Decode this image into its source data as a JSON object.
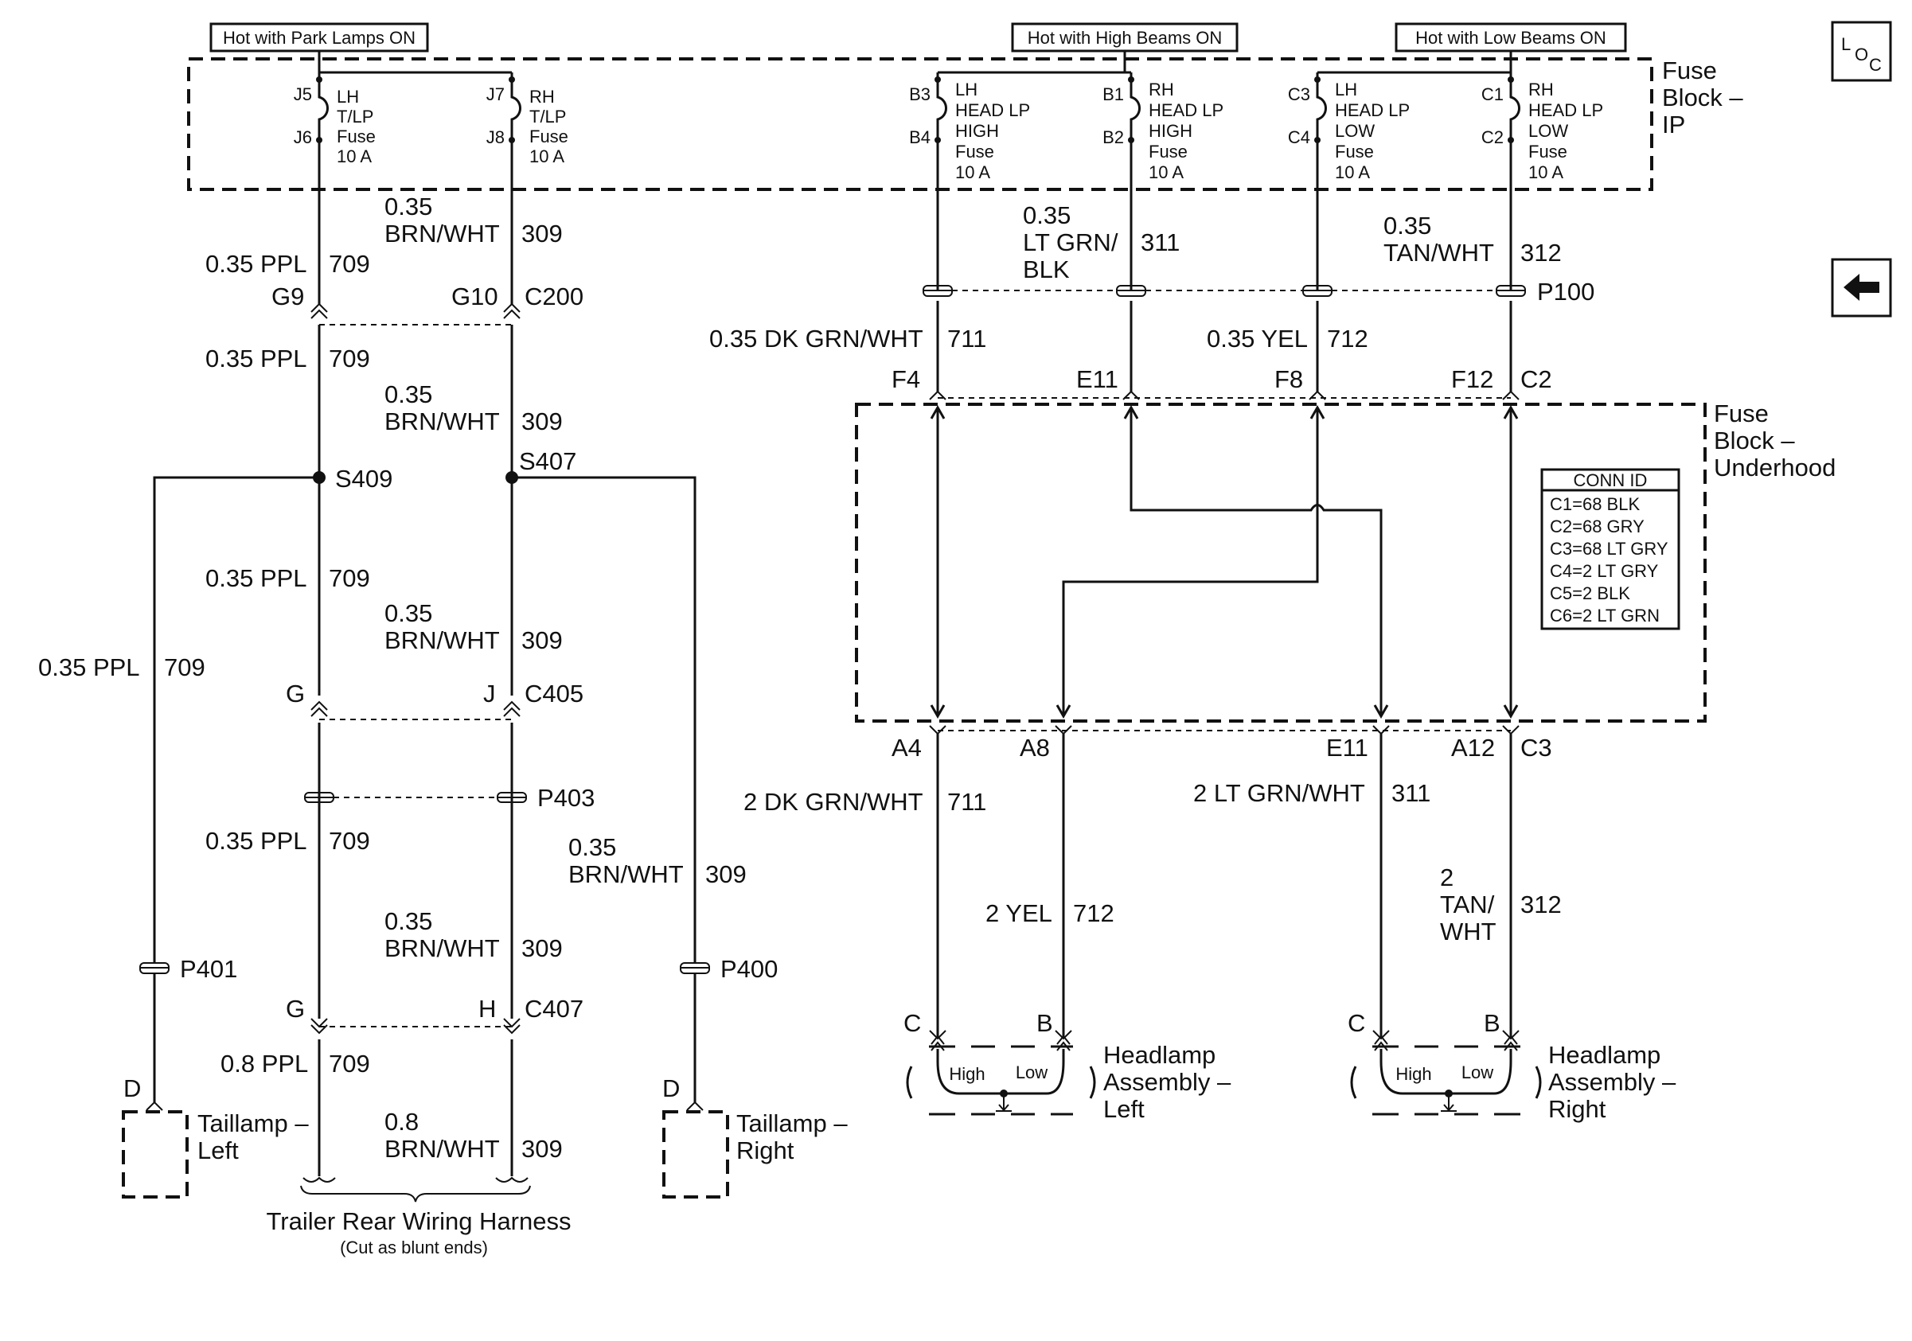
{
  "nav": {
    "loc_l": "L",
    "loc_o": "O",
    "loc_c": "C",
    "back_icon": "left-arrow-icon"
  },
  "hot": {
    "park": "Hot with Park Lamps ON",
    "high": "Hot with High Beams ON",
    "low": "Hot with Low Beams ON"
  },
  "fuseblock_ip": {
    "l1": "Fuse",
    "l2": "Block –",
    "l3": "IP"
  },
  "fuseblock_uh": {
    "l1": "Fuse",
    "l2": "Block –",
    "l3": "Underhood"
  },
  "fuses": [
    {
      "t": "J5",
      "b": "J6",
      "lines": [
        "LH",
        "T/LP",
        "Fuse",
        "10 A"
      ]
    },
    {
      "t": "J7",
      "b": "J8",
      "lines": [
        "RH",
        "T/LP",
        "Fuse",
        "10 A"
      ]
    },
    {
      "t": "B3",
      "b": "B4",
      "lines": [
        "LH",
        "HEAD LP",
        "HIGH",
        "Fuse",
        "10 A"
      ]
    },
    {
      "t": "B1",
      "b": "B2",
      "lines": [
        "RH",
        "HEAD LP",
        "HIGH",
        "Fuse",
        "10 A"
      ]
    },
    {
      "t": "C3",
      "b": "C4",
      "lines": [
        "LH",
        "HEAD LP",
        "LOW",
        "Fuse",
        "10 A"
      ]
    },
    {
      "t": "C1",
      "b": "C2",
      "lines": [
        "RH",
        "HEAD LP",
        "LOW",
        "Fuse",
        "10 A"
      ]
    }
  ],
  "conn_id": {
    "title": "CONN ID",
    "rows": [
      "C1=68 BLK",
      "C2=68 GRY",
      "C3=68 LT GRY",
      "C4=2 LT GRY",
      "C5=2 BLK",
      "C6=2 LT GRN"
    ]
  },
  "labels": {
    "w035": "0.35",
    "w08": "0.8",
    "w2": "2",
    "brnwht": "BRN/WHT",
    "ppl035": "0.35 PPL",
    "ppl08": "0.8 PPL",
    "c309": "309",
    "c709": "709",
    "c711": "711",
    "c712": "712",
    "c311": "311",
    "c312": "312",
    "ltgrn": "LT GRN/",
    "blk": "BLK",
    "tanwht": "TAN/WHT",
    "tan": "TAN/",
    "wht": "WHT",
    "dkgrn035": "0.35 DK GRN/WHT",
    "yel035": "0.35 YEL",
    "dkgrn2": "2 DK GRN/WHT",
    "yel2": "2 YEL",
    "ltgrnwht2": "2 LT GRN/WHT",
    "G9": "G9",
    "G10": "G10",
    "C200": "C200",
    "S409": "S409",
    "S407": "S407",
    "G": "G",
    "J": "J",
    "H": "H",
    "C405": "C405",
    "C407": "C407",
    "P403": "P403",
    "P401": "P401",
    "P400": "P400",
    "P100": "P100",
    "F4": "F4",
    "E11": "E11",
    "F8": "F8",
    "F12": "F12",
    "C2": "C2",
    "A4": "A4",
    "A8": "A8",
    "A12": "A12",
    "C3": "C3",
    "D": "D",
    "B": "B",
    "C": "C",
    "tl_l1": "Taillamp –",
    "tl_l2": "Left",
    "tr_l1": "Taillamp –",
    "tr_l2": "Right",
    "harness": "Trailer Rear Wiring Harness",
    "harness_sub": "(Cut as blunt ends)",
    "hl_l1": "Headlamp",
    "hl_l2": "Assembly –",
    "hl_l3": "Left",
    "hr_l1": "Headlamp",
    "hr_l2": "Assembly –",
    "hr_l3": "Right",
    "high": "High",
    "low": "Low"
  }
}
